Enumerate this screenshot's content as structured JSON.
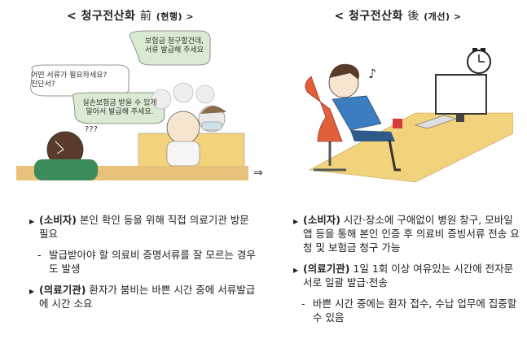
{
  "left": {
    "heading_main": "< 청구전산화",
    "heading_han": "前",
    "heading_paren": "(현행) >",
    "bubbles": [
      "보험금 청구할건데,\n서류 발급해 주세요",
      "어떤 서류가 필요하세요?\n진단서?",
      "실손보험금 받을 수 있게\n알아서 발급해 주세요."
    ],
    "confused": "???",
    "bullets": [
      {
        "tag": "(소비자)",
        "text": " 본인 확인 등을 위해 직접 의료기관 방문 필요",
        "sub": "발급받아야 할 의료비 증명서류를 잘 모르는 경우도 발생"
      },
      {
        "tag": "(의료기관)",
        "text": " 환자가 붐비는 바쁜 시간 중에 서류발급에 시간 소요",
        "sub": ""
      }
    ]
  },
  "right": {
    "heading_main": "< 청구전산화",
    "heading_han": "後",
    "heading_paren": "(개선) >",
    "bullets": [
      {
        "tag": "(소비자)",
        "text": " 시간·장소에 구애없이 병원 창구, 모바일 앱 등을 통해 본인 인증 후 의료비 증빙서류 전송 요청 및 보험금 청구 가능",
        "sub": ""
      },
      {
        "tag": "(의료기관)",
        "text": " 1일 1회 이상 여유있는 시간에 전자문서로 일괄 발급·전송",
        "sub": "바쁜 시간 중에는 환자 접수, 수납 업무에 집중할 수 있음"
      }
    ]
  },
  "arrow": "⇒",
  "colors": {
    "desk": "#f2d27a",
    "chair": "#e0603a",
    "shirt": "#3a7ec0",
    "bubble": "#d9ecd3"
  }
}
